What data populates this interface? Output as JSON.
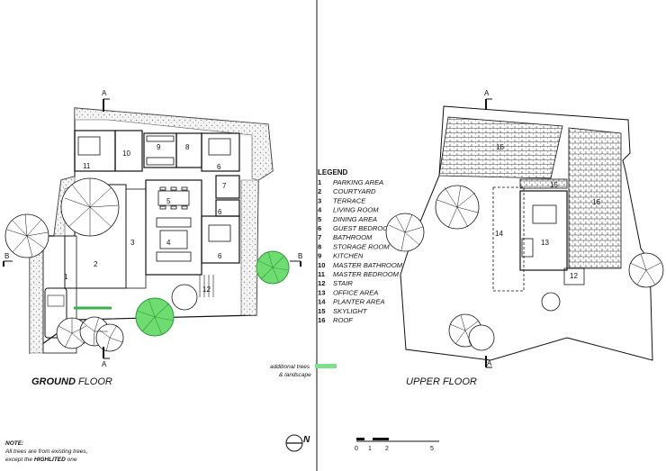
{
  "section_marks": {
    "a": "A",
    "b": "B"
  },
  "ground_floor": {
    "title_bold": "GROUND",
    "title_rest": " FLOOR",
    "room_numbers": [
      "1",
      "2",
      "3",
      "4",
      "5",
      "6",
      "6",
      "6",
      "7",
      "8",
      "9",
      "10",
      "11",
      "12"
    ]
  },
  "upper_floor": {
    "title": "UPPER FLOOR",
    "room_numbers": [
      "13",
      "14",
      "15",
      "16",
      "16",
      "12"
    ]
  },
  "legend": {
    "title": "LEGEND",
    "items": [
      {
        "num": "1",
        "label": "PARKING AREA"
      },
      {
        "num": "2",
        "label": "COURTYARD"
      },
      {
        "num": "3",
        "label": "TERRACE"
      },
      {
        "num": "4",
        "label": "LIVING ROOM"
      },
      {
        "num": "5",
        "label": "DINING AREA"
      },
      {
        "num": "6",
        "label": "GUEST BEDROOM"
      },
      {
        "num": "7",
        "label": "BATHROOM"
      },
      {
        "num": "8",
        "label": "STORAGE ROOM"
      },
      {
        "num": "9",
        "label": "KITCHEN"
      },
      {
        "num": "10",
        "label": "MASTER BATHROOM"
      },
      {
        "num": "11",
        "label": "MASTER BEDROOM"
      },
      {
        "num": "12",
        "label": "STAIR"
      },
      {
        "num": "13",
        "label": "OFFICE AREA"
      },
      {
        "num": "14",
        "label": "PLANTER AREA"
      },
      {
        "num": "15",
        "label": "SKYLIGHT"
      },
      {
        "num": "16",
        "label": "ROOF"
      }
    ]
  },
  "trees_note": {
    "line1": "additional trees",
    "line2": "& landscape",
    "color": "#7ee08a"
  },
  "note": {
    "title": "NOTE:",
    "line1": "All trees are from existing trees,",
    "line2_prefix": "except the ",
    "line2_bold": "HIGHLITED",
    "line2_suffix": " one"
  },
  "north": {
    "label": "N",
    "icon": "north-arrow-icon"
  },
  "scale": {
    "labels": [
      "0",
      "1",
      "2",
      "5"
    ]
  },
  "colors": {
    "line": "#111111",
    "hatch": "#bdbdbd",
    "tree_highlight": "#6fdc72",
    "tree_highlight_stroke": "#2f9a37"
  }
}
